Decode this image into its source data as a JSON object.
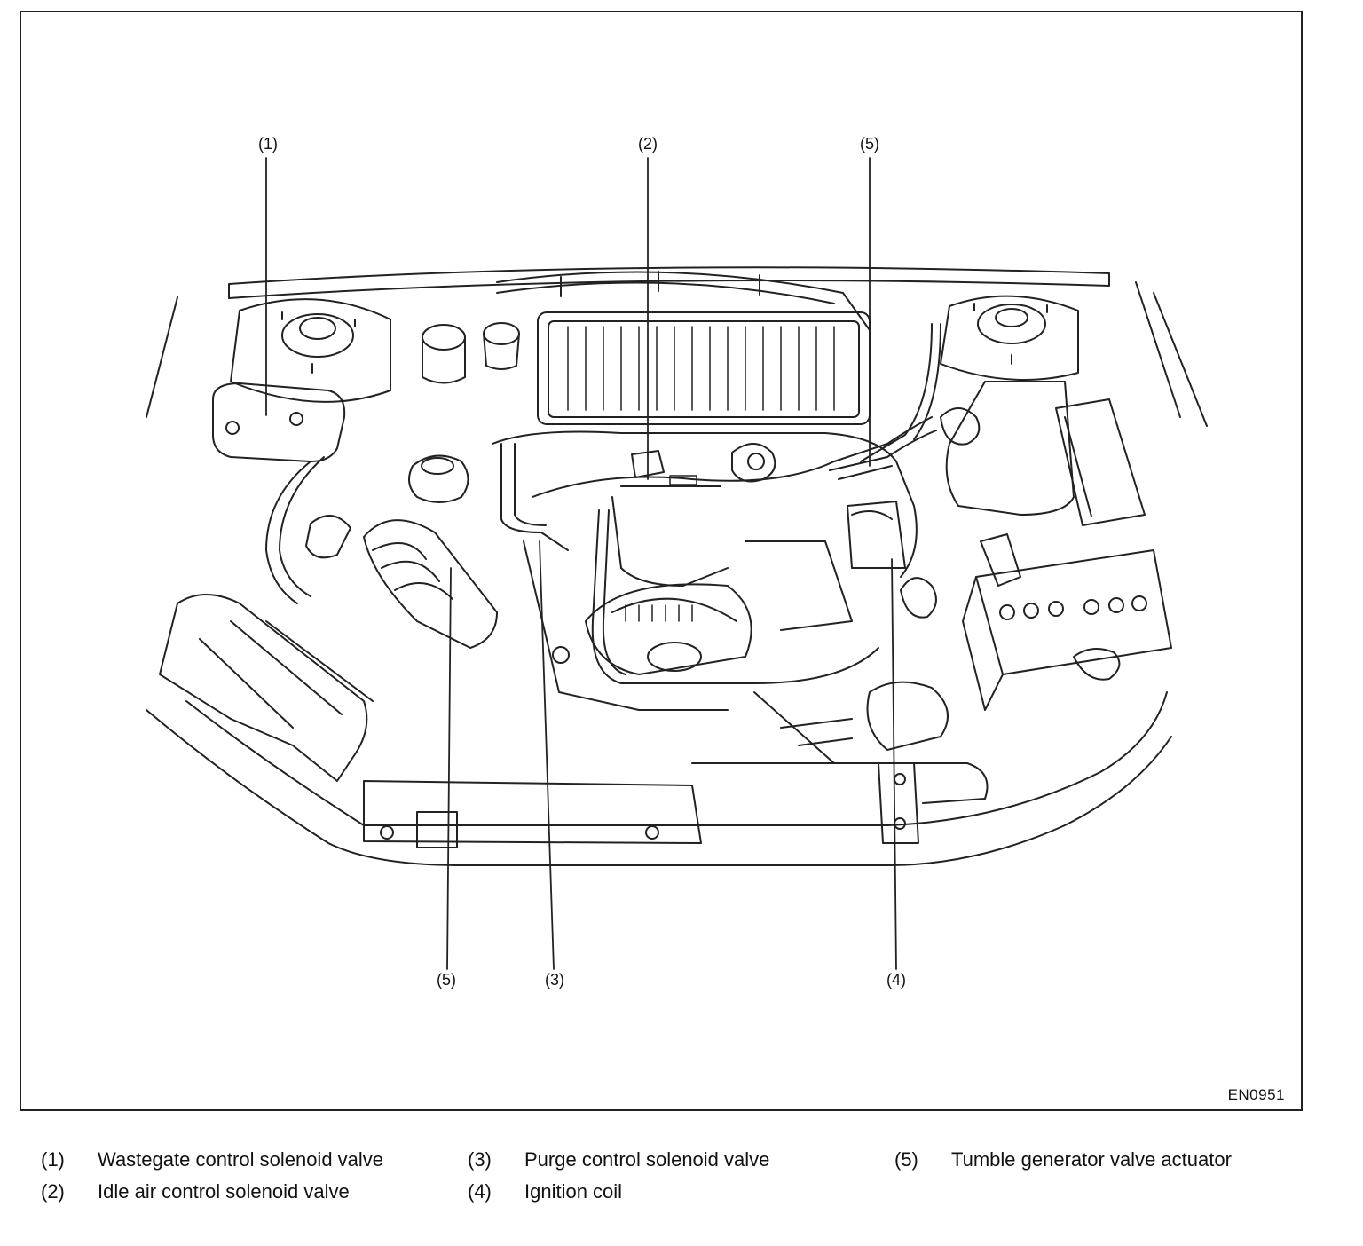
{
  "figure_code": "EN0951",
  "callouts": {
    "c1_top": "(1)",
    "c2_top": "(2)",
    "c5_top": "(5)",
    "c5_bottom": "(5)",
    "c3_bottom": "(3)",
    "c4_bottom": "(4)"
  },
  "legend": [
    {
      "num": "(1)",
      "label": "Wastegate control solenoid valve"
    },
    {
      "num": "(2)",
      "label": "Idle air control solenoid valve"
    },
    {
      "num": "(3)",
      "label": "Purge control solenoid valve"
    },
    {
      "num": "(4)",
      "label": "Ignition coil"
    },
    {
      "num": "(5)",
      "label": "Tumble generator valve actuator"
    }
  ]
}
